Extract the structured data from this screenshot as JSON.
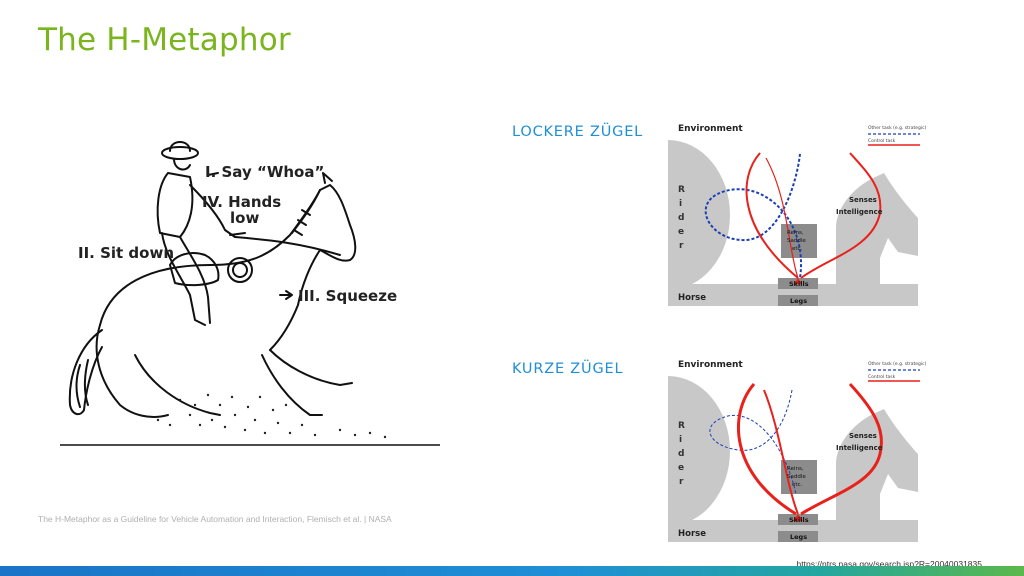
{
  "slide": {
    "title": "The H-Metaphor",
    "caption": "The H-Metaphor as a Guideline for Vehicle Automation and Interaction, Flemisch et al. | NASA",
    "footer_url": "https://ntrs.nasa.gov/search.jsp?R=20040031835"
  },
  "illustration": {
    "labels": {
      "say_whoa": "I. Say “Whoa”",
      "hands_line1": "IV. Hands",
      "hands_line2": "low",
      "sit_down": "II. Sit down",
      "squeeze": "III. Squeeze"
    }
  },
  "diagram_top": {
    "section_label": "LOCKERE ZÜGEL",
    "environment": "Environment",
    "legend_strategic": "Other task (e.g. strategic)",
    "legend_control": "Control task",
    "rider_letters": [
      "R",
      "i",
      "d",
      "e",
      "r"
    ],
    "senses": "Senses",
    "intelligence": "Intelligence",
    "reins_line1": "Reins,",
    "reins_line2": "Saddle",
    "reins_line3": "etc.",
    "skills": "Skills",
    "legs": "Legs",
    "horse": "Horse"
  },
  "diagram_bottom": {
    "section_label": "KURZE ZÜGEL",
    "environment": "Environment",
    "legend_strategic": "Other task (e.g. strategic)",
    "legend_control": "Control task",
    "rider_letters": [
      "R",
      "i",
      "d",
      "e",
      "r"
    ],
    "senses": "Senses",
    "intelligence": "Intelligence",
    "reins_line1": "Reins,",
    "reins_line2": "Saddle",
    "reins_line3": "etc.",
    "skills": "Skills",
    "legs": "Legs",
    "horse": "Horse"
  },
  "colors": {
    "title": "#7ab51d",
    "section_label": "#1f8fd6",
    "control_line": "#e8211a",
    "strategic_line": "#1b3fb5",
    "diagram_gray": "#c8c8c8",
    "box_gray": "#8c8c8c"
  }
}
